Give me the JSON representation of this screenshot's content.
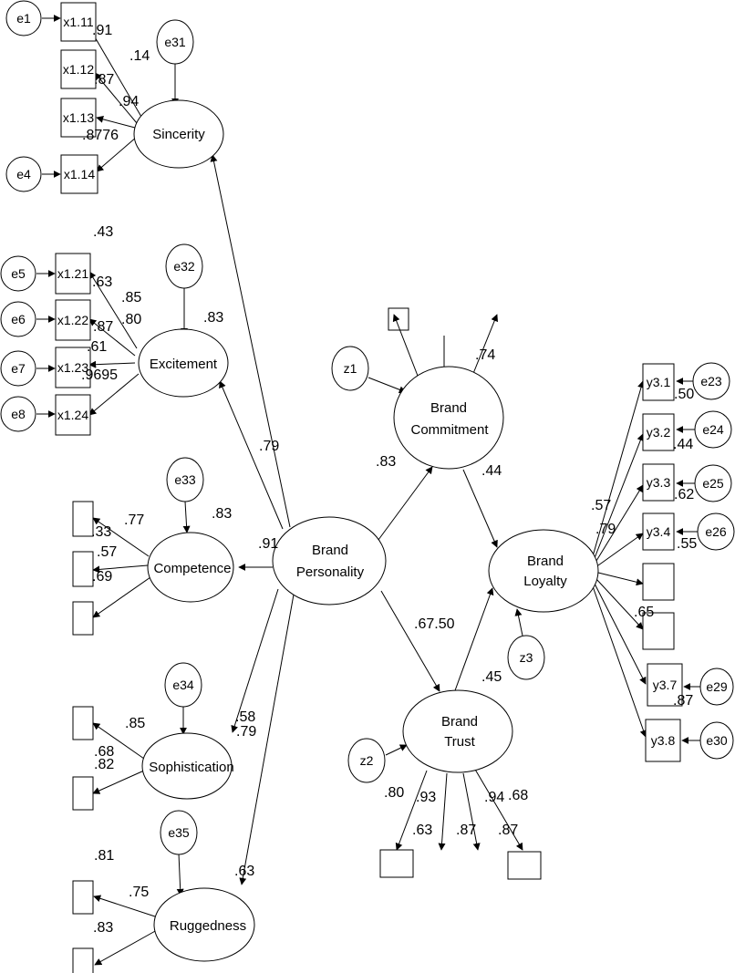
{
  "colors": {
    "ink": "#000000",
    "background": "#ffffff"
  },
  "latents": {
    "sincerity": "Sincerity",
    "excitement": "Excitement",
    "competence": "Competence",
    "sophistication": "Sophistication",
    "ruggedness": "Ruggedness",
    "brand_personality": [
      "Brand",
      "Personality"
    ],
    "brand_commitment": [
      "Brand",
      "Commitment"
    ],
    "brand_trust": [
      "Brand",
      "Trust"
    ],
    "brand_loyalty": [
      "Brand",
      "Loyalty"
    ]
  },
  "errors": {
    "e1": "e1",
    "e4": "e4",
    "e5": "e5",
    "e6": "e6",
    "e7": "e7",
    "e8": "e8",
    "e31": "e31",
    "e32": "e32",
    "e33": "e33",
    "e34": "e34",
    "e35": "e35",
    "z1": "z1",
    "z2": "z2",
    "z3": "z3",
    "e23": "e23",
    "e24": "e24",
    "e25": "e25",
    "e26": "e26",
    "e29": "e29",
    "e30": "e30"
  },
  "indicators": {
    "x11": "x1.11",
    "x12": "x1.12",
    "x13": "x1.13",
    "x14": "x1.14",
    "x21": "x1.21",
    "x22": "x1.22",
    "x23": "x1.23",
    "x24": "x1.24",
    "y31": "y3.1",
    "y32": "y3.2",
    "y33": "y3.3",
    "y34": "y3.4",
    "y37": "y3.7",
    "y38": "y3.8"
  },
  "coefficients": {
    "c_91a": ".91",
    "c_14": ".14",
    "c_87": ".87",
    "c_94": ".94",
    "c_8776": ".8776",
    "c_43": ".43",
    "c_63a": ".63",
    "c_85": ".85",
    "c_87b": ".87",
    "c_80": ".80",
    "c_61": ".61",
    "c_9695": ".9695",
    "c_83a": ".83",
    "c_79a": ".79",
    "c_91b": ".91",
    "c_33": ".33",
    "c_57a": ".57",
    "c_69": ".69",
    "c_77": ".77",
    "c_83b": ".83",
    "c_58": ".58",
    "c_79b": ".79",
    "c_68a": ".68",
    "c_82": ".82",
    "c_85b": ".85",
    "c_81": ".81",
    "c_75": ".75",
    "c_63b": ".63",
    "c_83c": ".83",
    "c_74": ".74",
    "c_83d": ".83",
    "c_44": ".44",
    "c_6750": ".67.50",
    "c_45": ".45",
    "c_80b": ".80",
    "c_93": ".93",
    "c_94b": ".94",
    "c_68b": ".68",
    "c_63c": ".63",
    "c_87c": ".87",
    "c_87d": ".87",
    "c_50": ".50",
    "c_44b": ".44",
    "c_62": ".62",
    "c_55": ".55",
    "c_57b": ".57",
    "c_79c": ".79",
    "c_65": ".65",
    "c_87e": ".87"
  }
}
